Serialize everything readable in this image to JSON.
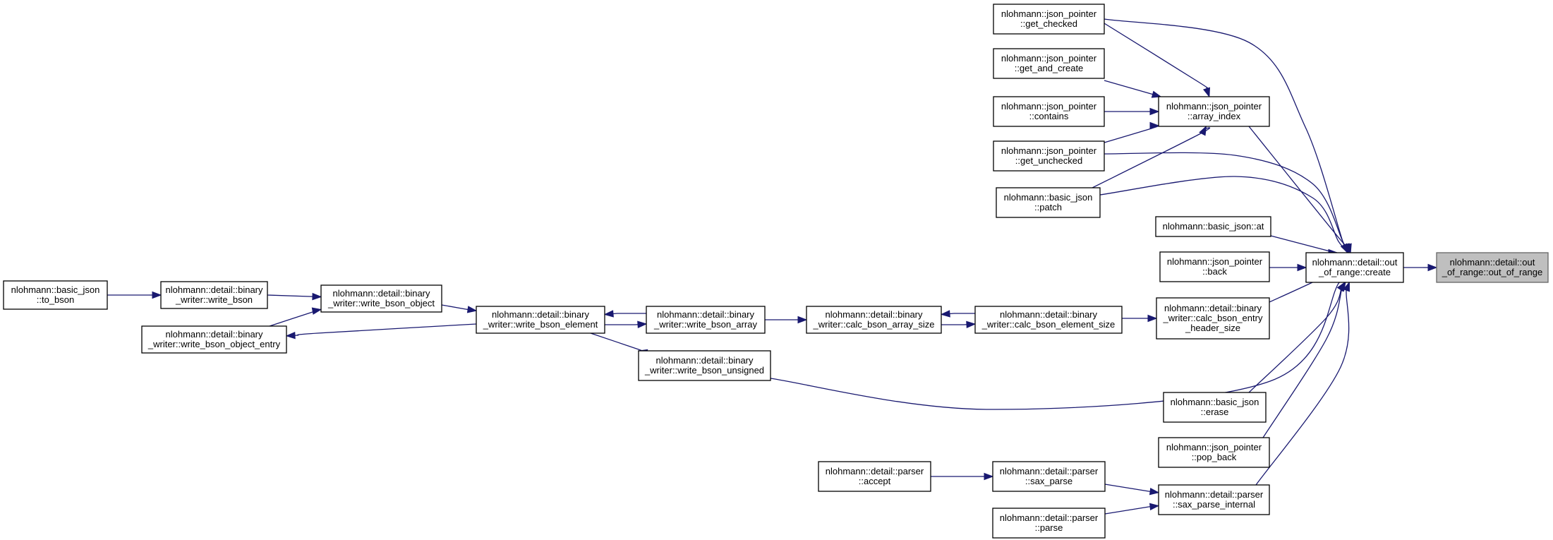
{
  "graph": {
    "colors": {
      "edge": "#191970",
      "node_border": "#000000",
      "node_fill": "#ffffff",
      "current_fill": "#bfbfbf",
      "current_border": "#666666"
    },
    "nodes": [
      {
        "id": "out_of_range",
        "lines": [
          "nlohmann::detail::out",
          "_of_range::out_of_range"
        ],
        "current": true
      },
      {
        "id": "create",
        "lines": [
          "nlohmann::detail::out",
          "_of_range::create"
        ]
      },
      {
        "id": "array_index",
        "lines": [
          "nlohmann::json_pointer",
          "::array_index"
        ]
      },
      {
        "id": "get_checked",
        "lines": [
          "nlohmann::json_pointer",
          "::get_checked"
        ]
      },
      {
        "id": "get_and_create",
        "lines": [
          "nlohmann::json_pointer",
          "::get_and_create"
        ]
      },
      {
        "id": "contains",
        "lines": [
          "nlohmann::json_pointer",
          "::contains"
        ]
      },
      {
        "id": "get_unchecked",
        "lines": [
          "nlohmann::json_pointer",
          "::get_unchecked"
        ]
      },
      {
        "id": "patch",
        "lines": [
          "nlohmann::basic_json",
          "::patch"
        ]
      },
      {
        "id": "at",
        "lines": [
          "nlohmann::basic_json::at"
        ]
      },
      {
        "id": "back",
        "lines": [
          "nlohmann::json_pointer",
          "::back"
        ]
      },
      {
        "id": "calc_entry",
        "lines": [
          "nlohmann::detail::binary",
          "_writer::calc_bson_entry",
          "_header_size"
        ]
      },
      {
        "id": "calc_element",
        "lines": [
          "nlohmann::detail::binary",
          "_writer::calc_bson_element_size"
        ]
      },
      {
        "id": "calc_array",
        "lines": [
          "nlohmann::detail::binary",
          "_writer::calc_bson_array_size"
        ]
      },
      {
        "id": "write_array",
        "lines": [
          "nlohmann::detail::binary",
          "_writer::write_bson_array"
        ]
      },
      {
        "id": "write_element",
        "lines": [
          "nlohmann::detail::binary",
          "_writer::write_bson_element"
        ]
      },
      {
        "id": "write_object",
        "lines": [
          "nlohmann::detail::binary",
          "_writer::write_bson_object"
        ]
      },
      {
        "id": "write_bson",
        "lines": [
          "nlohmann::detail::binary",
          "_writer::write_bson"
        ]
      },
      {
        "id": "to_bson",
        "lines": [
          "nlohmann::basic_json",
          "::to_bson"
        ]
      },
      {
        "id": "write_object_entry",
        "lines": [
          "nlohmann::detail::binary",
          "_writer::write_bson_object_entry"
        ]
      },
      {
        "id": "write_unsigned",
        "lines": [
          "nlohmann::detail::binary",
          "_writer::write_bson_unsigned"
        ]
      },
      {
        "id": "erase",
        "lines": [
          "nlohmann::basic_json",
          "::erase"
        ]
      },
      {
        "id": "pop_back",
        "lines": [
          "nlohmann::json_pointer",
          "::pop_back"
        ]
      },
      {
        "id": "sax_parse_internal",
        "lines": [
          "nlohmann::detail::parser",
          "::sax_parse_internal"
        ]
      },
      {
        "id": "sax_parse",
        "lines": [
          "nlohmann::detail::parser",
          "::sax_parse"
        ]
      },
      {
        "id": "accept",
        "lines": [
          "nlohmann::detail::parser",
          "::accept"
        ]
      },
      {
        "id": "parse",
        "lines": [
          "nlohmann::detail::parser",
          "::parse"
        ]
      }
    ],
    "edges": [
      {
        "from": "create",
        "to": "out_of_range"
      },
      {
        "from": "array_index",
        "to": "create"
      },
      {
        "from": "get_checked",
        "to": "create"
      },
      {
        "from": "get_unchecked",
        "to": "create"
      },
      {
        "from": "patch",
        "to": "create"
      },
      {
        "from": "at",
        "to": "create"
      },
      {
        "from": "back",
        "to": "create"
      },
      {
        "from": "calc_entry",
        "to": "create"
      },
      {
        "from": "write_unsigned",
        "to": "create"
      },
      {
        "from": "erase",
        "to": "create"
      },
      {
        "from": "pop_back",
        "to": "create"
      },
      {
        "from": "sax_parse_internal",
        "to": "create"
      },
      {
        "from": "get_checked",
        "to": "array_index"
      },
      {
        "from": "get_and_create",
        "to": "array_index"
      },
      {
        "from": "contains",
        "to": "array_index"
      },
      {
        "from": "get_unchecked",
        "to": "array_index"
      },
      {
        "from": "patch",
        "to": "array_index"
      },
      {
        "from": "calc_element",
        "to": "calc_entry"
      },
      {
        "from": "calc_element",
        "to": "calc_array"
      },
      {
        "from": "calc_array",
        "to": "calc_element"
      },
      {
        "from": "write_array",
        "to": "calc_array"
      },
      {
        "from": "write_array",
        "to": "write_element"
      },
      {
        "from": "write_element",
        "to": "write_array"
      },
      {
        "from": "write_element",
        "to": "write_unsigned"
      },
      {
        "from": "write_object",
        "to": "write_element"
      },
      {
        "from": "write_element",
        "to": "write_object_entry"
      },
      {
        "from": "write_object_entry",
        "to": "write_object"
      },
      {
        "from": "write_bson",
        "to": "write_object"
      },
      {
        "from": "to_bson",
        "to": "write_bson"
      },
      {
        "from": "sax_parse",
        "to": "sax_parse_internal"
      },
      {
        "from": "parse",
        "to": "sax_parse_internal"
      },
      {
        "from": "accept",
        "to": "sax_parse"
      }
    ]
  }
}
